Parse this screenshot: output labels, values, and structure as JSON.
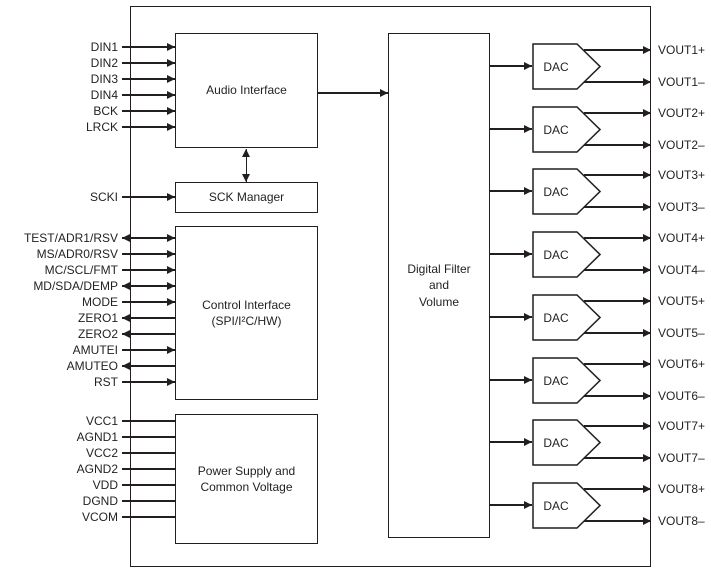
{
  "colors": {
    "line": "#231f20",
    "background": "#ffffff",
    "text": "#231f20"
  },
  "blocks": {
    "audio_interface": "Audio Interface",
    "sck_manager": "SCK Manager",
    "control_interface": [
      "Control Interface",
      "(SPI/I²C/HW)"
    ],
    "power_supply": [
      "Power Supply and",
      "Common Voltage"
    ],
    "digital_filter": [
      "Digital Filter",
      "and",
      "Volume"
    ],
    "dac": "DAC"
  },
  "pins": {
    "left": [
      "DIN1",
      "DIN2",
      "DIN3",
      "DIN4",
      "BCK",
      "LRCK",
      "SCKI",
      "TEST/ADR1/RSV",
      "MS/ADR0/RSV",
      "MC/SCL/FMT",
      "MD/SDA/DEMP",
      "MODE",
      "ZERO1",
      "ZERO2",
      "AMUTEI",
      "AMUTEO",
      "RST",
      "VCC1",
      "AGND1",
      "VCC2",
      "AGND2",
      "VDD",
      "DGND",
      "VCOM"
    ],
    "right": [
      "VOUT1+",
      "VOUT1–",
      "VOUT2+",
      "VOUT2–",
      "VOUT3+",
      "VOUT3–",
      "VOUT4+",
      "VOUT4–",
      "VOUT5+",
      "VOUT5–",
      "VOUT6+",
      "VOUT6–",
      "VOUT7+",
      "VOUT7–",
      "VOUT8+",
      "VOUT8–"
    ]
  }
}
